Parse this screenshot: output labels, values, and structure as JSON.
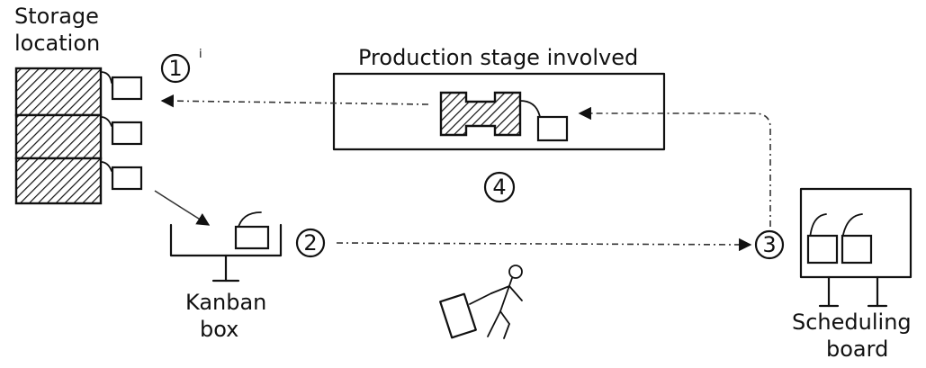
{
  "labels": {
    "storage_line1": "Storage",
    "storage_line2": "location",
    "production": "Production stage involved",
    "kanban_line1": "Kanban",
    "kanban_line2": "box",
    "scheduling_line1": "Scheduling",
    "scheduling_line2": "board"
  },
  "steps": {
    "step1": "1",
    "step1_mark": "i",
    "step2": "2",
    "step3": "3",
    "step4": "4"
  }
}
